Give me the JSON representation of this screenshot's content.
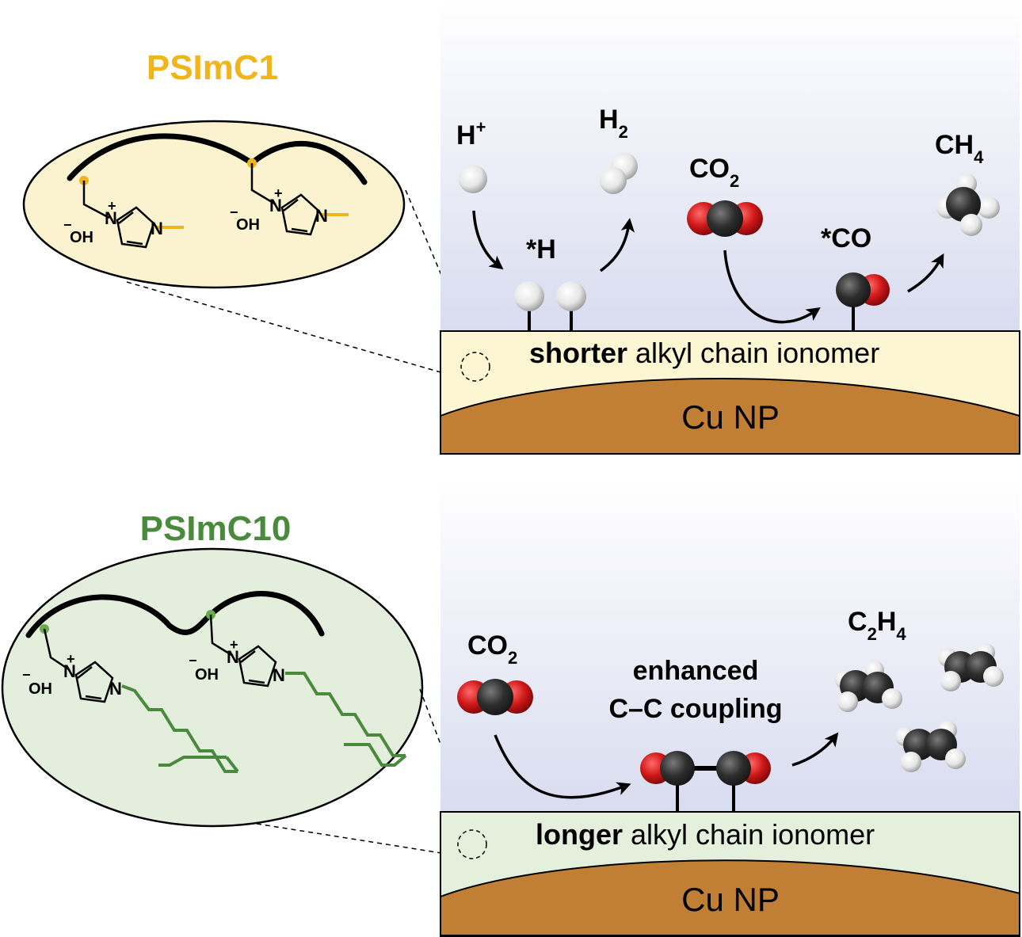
{
  "colors": {
    "c1_accent": "#f0b41c",
    "c1_fill": "#fbf3cf",
    "c10_accent": "#4a8a3c",
    "c10_fill": "#e3efdc",
    "cu": "#c07f34",
    "ionomer_top": "#fdf6d3",
    "ionomer_bottom": "#e4efdc",
    "oxygen": "#d91e1e",
    "carbon": "#333333",
    "hydrogen": "#f2f2f2"
  },
  "top": {
    "title": "PSImC1",
    "chem": {
      "minus": "−",
      "oh": "OH",
      "plus": "+",
      "n1": "N",
      "n2": "N"
    },
    "species": {
      "h_plus": "H",
      "h_plus_sup": "+",
      "h2": "H",
      "h2_sub": "2",
      "star_h": "*H",
      "co2": "CO",
      "co2_sub": "2",
      "star_co": "*CO",
      "ch4": "CH",
      "ch4_sub": "4"
    },
    "ionomer_bold": "shorter",
    "ionomer_rest": " alkyl chain ionomer",
    "cu_label": "Cu NP"
  },
  "bottom": {
    "title": "PSImC10",
    "chem": {
      "minus": "−",
      "oh": "OH",
      "plus": "+",
      "n1": "N",
      "n2": "N"
    },
    "species": {
      "co2": "CO",
      "co2_sub": "2",
      "enhanced_line1": "enhanced",
      "enhanced_line2": "C–C coupling",
      "c2h4_c": "C",
      "c2h4_sub1": "2",
      "c2h4_h": "H",
      "c2h4_sub2": "4"
    },
    "ionomer_bold": "longer",
    "ionomer_rest": " alkyl chain ionomer",
    "cu_label": "Cu NP"
  }
}
